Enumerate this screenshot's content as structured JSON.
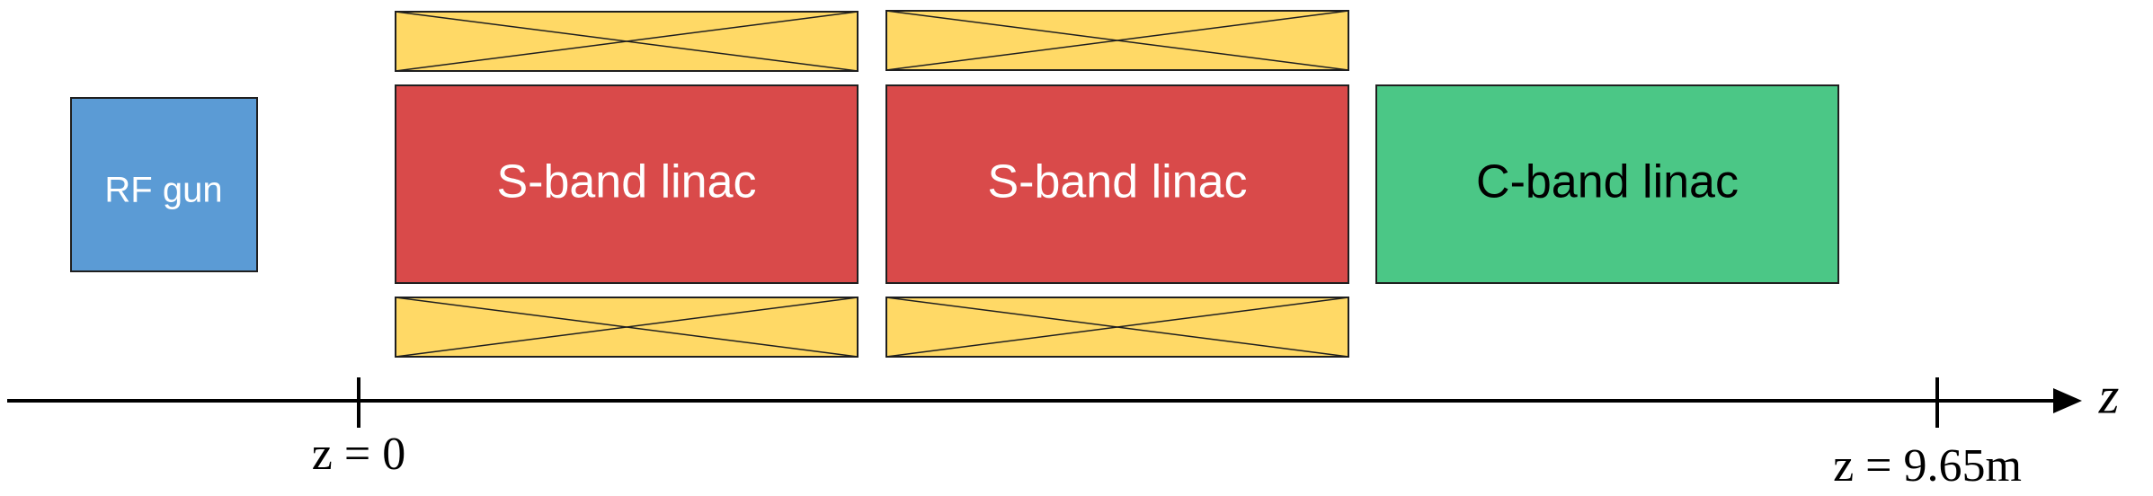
{
  "components": {
    "rf_gun": {
      "label": "RF gun",
      "color": "#5b9bd5"
    },
    "linac1": {
      "label": "S-band linac",
      "color": "#d94a4a"
    },
    "linac2": {
      "label": "S-band linac",
      "color": "#d94a4a"
    },
    "linac3": {
      "label": "C-band linac",
      "color": "#4bc786"
    },
    "solenoid_color": "#ffd966"
  },
  "axis": {
    "label": "z",
    "start_label": "z = 0",
    "end_label": "z = 9.65m"
  }
}
